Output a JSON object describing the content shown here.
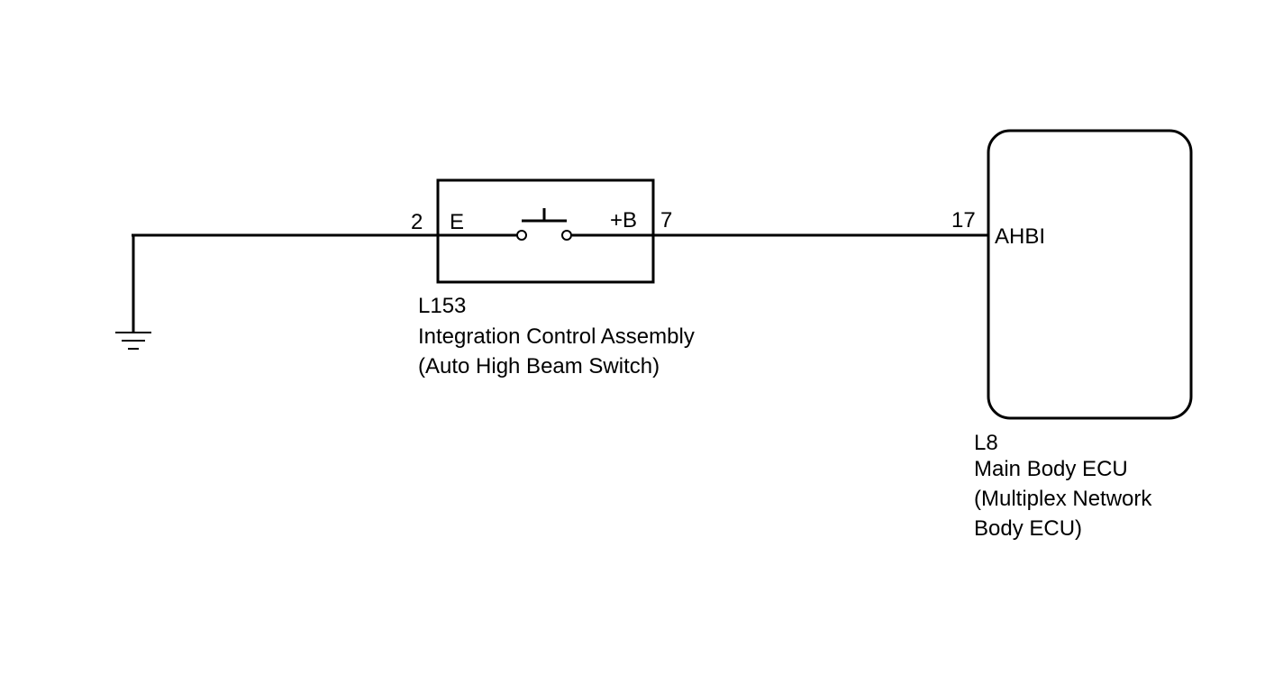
{
  "ground": {
    "icon": "ground-icon"
  },
  "switch_component": {
    "connector": "L153",
    "name_line1": "Integration Control Assembly",
    "name_line2": "(Auto High Beam Switch)",
    "pin_left_number": "2",
    "pin_left_label": "E",
    "pin_right_number": "7",
    "pin_right_label": "+B",
    "switch_icon": "push-switch-icon"
  },
  "ecu_component": {
    "connector": "L8",
    "name_line1": "Main Body ECU",
    "name_line2": "(Multiplex Network",
    "name_line3": "Body ECU)",
    "pin_number": "17",
    "pin_label": "AHBI"
  },
  "colors": {
    "line": "#000000",
    "background": "#ffffff"
  }
}
